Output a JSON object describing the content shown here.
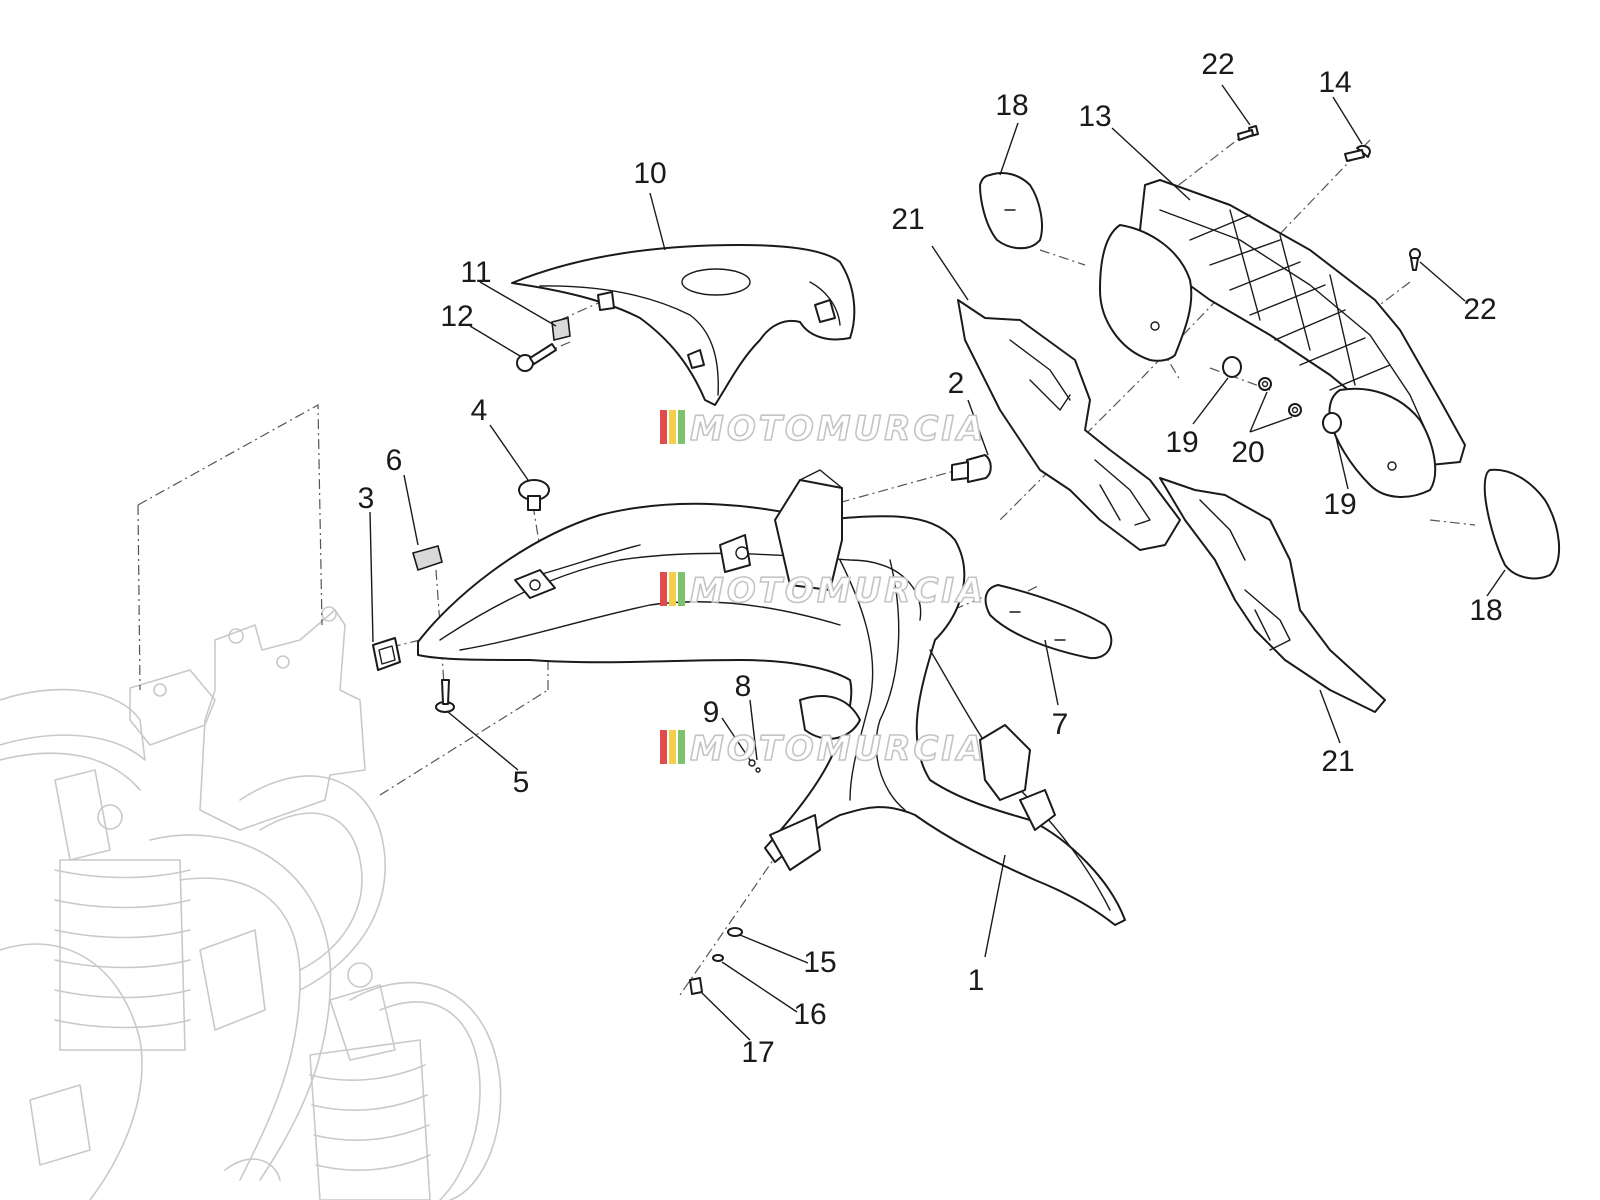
{
  "diagram": {
    "callouts": {
      "c1": "1",
      "c2": "2",
      "c3": "3",
      "c4": "4",
      "c5": "5",
      "c6": "6",
      "c7": "7",
      "c8": "8",
      "c9": "9",
      "c10": "10",
      "c11": "11",
      "c12": "12",
      "c13": "13",
      "c14": "14",
      "c15": "15",
      "c16": "16",
      "c17": "17",
      "c18a": "18",
      "c18b": "18",
      "c19a": "19",
      "c19b": "19",
      "c20": "20",
      "c21a": "21",
      "c21b": "21",
      "c22a": "22",
      "c22b": "22"
    },
    "watermark": {
      "text": "MOTOMURCIA"
    },
    "colors": {
      "line": "#1a1a1a",
      "ghost": "#c9c9c9",
      "watermark_stripes": [
        "#e24b4b",
        "#f2d04b",
        "#7cc36b"
      ]
    }
  }
}
